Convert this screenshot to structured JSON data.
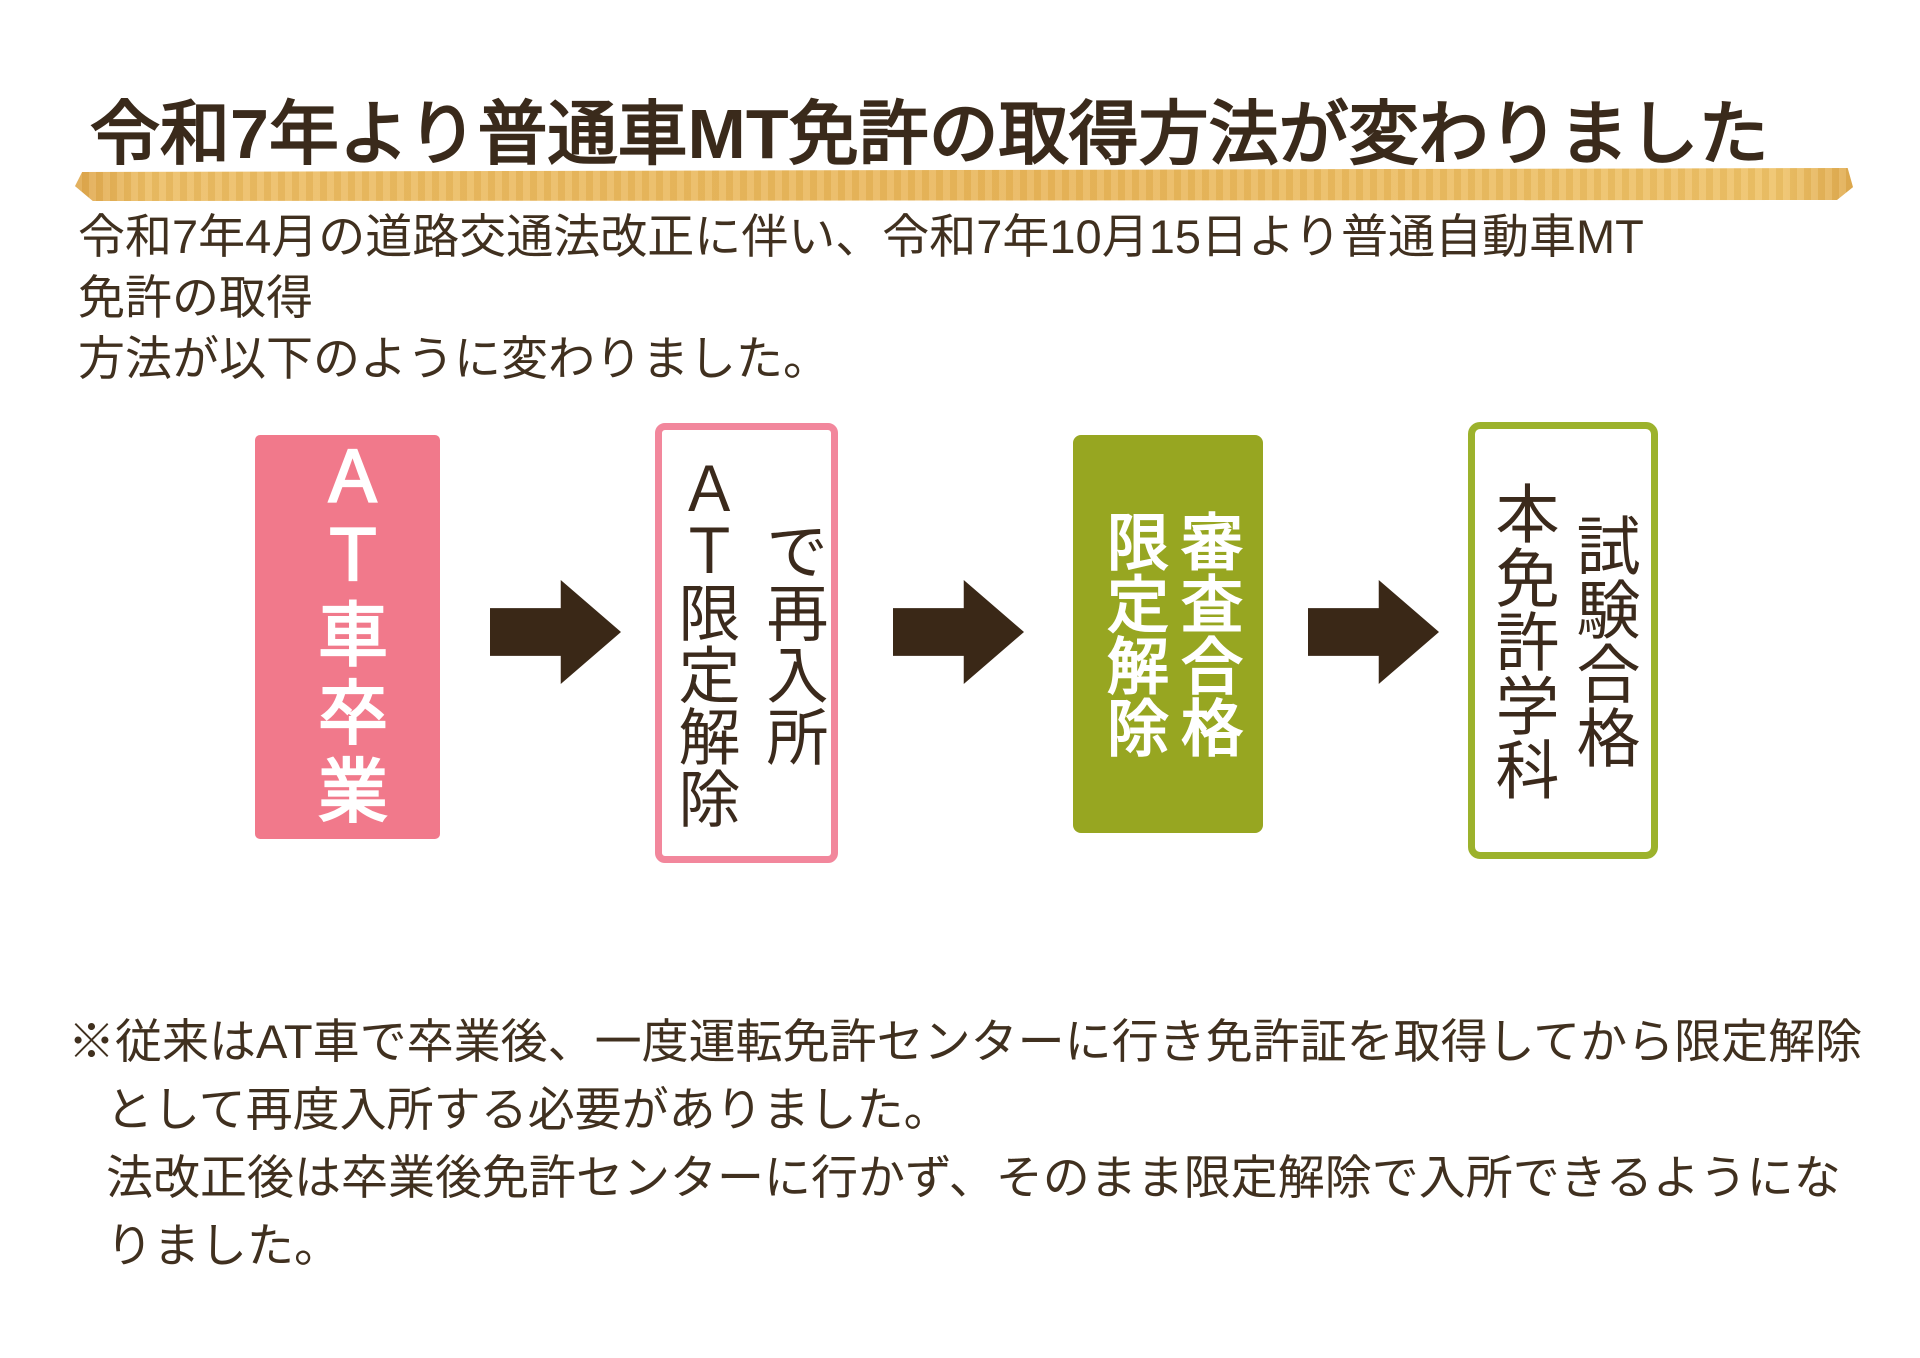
{
  "title": {
    "text": "令和7年より普通車MT免許の取得方法が変わりました"
  },
  "intro": {
    "text": "令和7年4月の道路交通法改正に伴い、令和7年10月15日より普通自動車MT免許の取得\n方法が以下のように変わりました。"
  },
  "flow": {
    "boxes": [
      {
        "style": "pink-filled",
        "columns": [
          "ＡＴ車卒業"
        ]
      },
      {
        "style": "pink-outline",
        "columns": [
          "ＡＴ限定解除",
          "で再入所"
        ]
      },
      {
        "style": "olive-filled",
        "columns": [
          "限定解除",
          "審査合格"
        ]
      },
      {
        "style": "olive-outline",
        "columns": [
          "本免許学科",
          "試験合格"
        ]
      }
    ],
    "arrow_icon": "right-block-arrow"
  },
  "note": {
    "text": "※従来はAT車で卒業後、一度運転免許センターに行き免許証を取得してから限定解除\nとして再度入所する必要がありました。\n法改正後は卒業後免許センターに行かず、そのまま限定解除で入所できるようにな\nりました。"
  },
  "colors": {
    "text_brown": "#3f2e1e",
    "title_brown": "#3a2a1b",
    "arrow_brown": "#3a2817",
    "pink_fill": "#f1798b",
    "pink_border": "#f2879c",
    "olive_fill": "#97a621",
    "olive_border": "#9cb22c",
    "highlight_amber": "#eab95e",
    "box_text_white": "#ffffff"
  }
}
